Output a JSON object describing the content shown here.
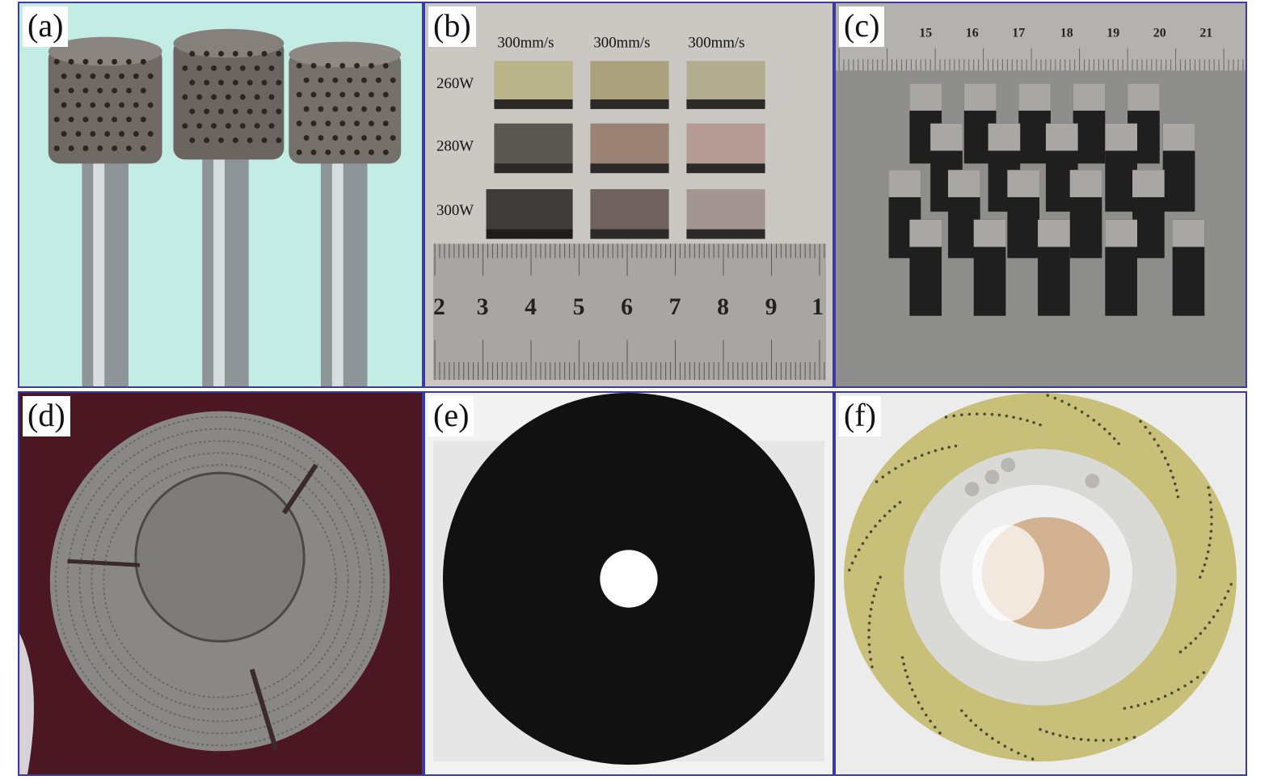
{
  "panels": {
    "a": {
      "label": "(a)"
    },
    "b": {
      "label": "(b)",
      "speed_labels": [
        "300mm/s",
        "300mm/s",
        "300mm/s"
      ],
      "power_labels": [
        "260W",
        "280W",
        "300W"
      ],
      "ruler_numbers": [
        "2",
        "3",
        "4",
        "5",
        "6",
        "7",
        "8",
        "9",
        "1"
      ]
    },
    "c": {
      "label": "(c)",
      "ruler_numbers": [
        "15",
        "16",
        "17",
        "18",
        "19",
        "20",
        "21"
      ]
    },
    "d": {
      "label": "(d)"
    },
    "e": {
      "label": "(e)"
    },
    "f": {
      "label": "(f)"
    }
  },
  "colors": {
    "border": "#3b3aa0",
    "panel_a_bg": "#bfe8e0",
    "panel_b_bg": "#c9c6c2",
    "panel_c_bg": "#8c8c8c",
    "panel_d_bg": "#4a1620",
    "panel_e_disc": "#111111",
    "panel_f_ring": "#c8c078"
  }
}
